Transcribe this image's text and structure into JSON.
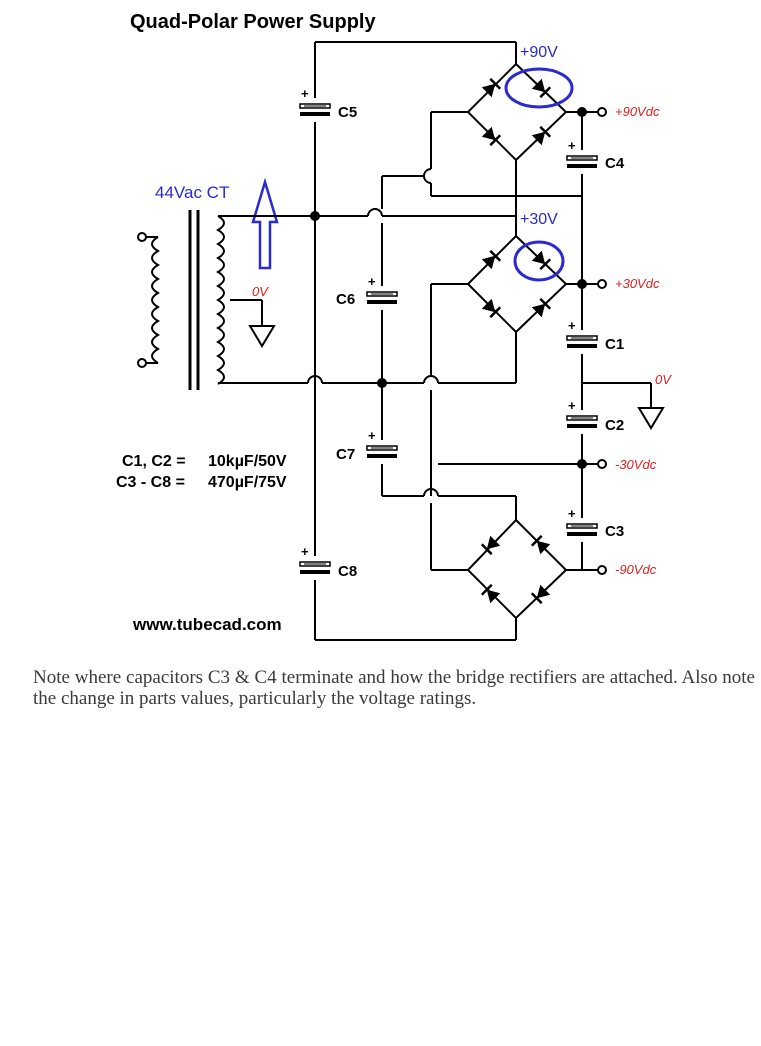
{
  "diagram": {
    "title": "Quad-Polar Power Supply",
    "transformer_label": "44Vac CT",
    "zero_volt_label": "0V",
    "rail_labels": {
      "pos90": "+90V",
      "pos30": "+30V"
    },
    "outputs": [
      "+90Vdc",
      "+30Vdc",
      "-30Vdc",
      "-90Vdc"
    ],
    "capacitors": [
      "C5",
      "C4",
      "C6",
      "C1",
      "C2",
      "C7",
      "C3",
      "C8"
    ],
    "parts_values": [
      {
        "names": "C1, C2 =",
        "value": "10kµF/50V"
      },
      {
        "names": "C3 - C8 =",
        "value": "470µF/75V"
      }
    ],
    "website": "www.tubecad.com",
    "colors": {
      "annotation": "#2a2ad0",
      "output_text": "#e11d1d",
      "wire": "#000000"
    }
  },
  "note": "Note where capacitors C3 & C4 terminate and how the bridge rectifiers are attached. Also note the change in parts values, particularly the voltage ratings."
}
